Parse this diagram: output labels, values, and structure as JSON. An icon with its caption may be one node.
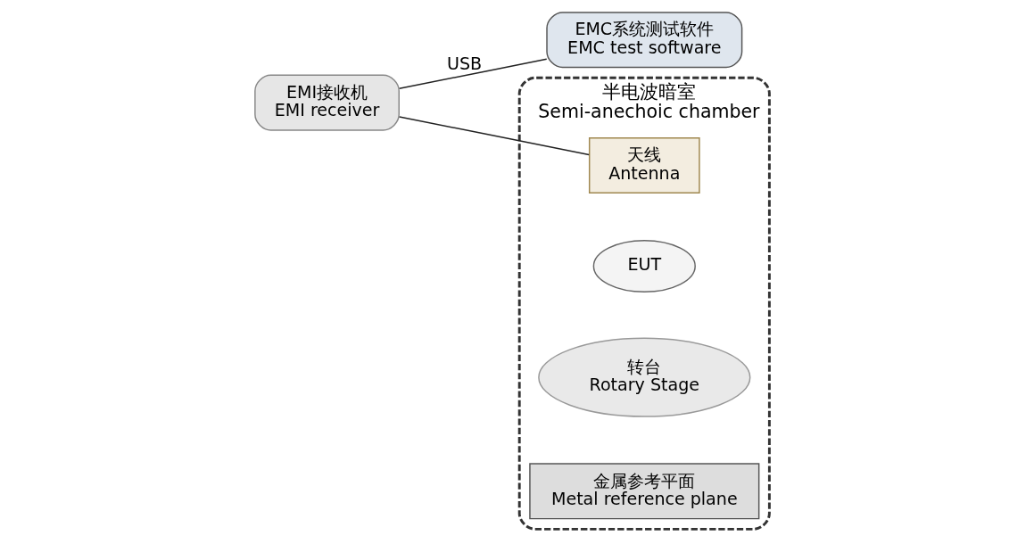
{
  "diagram": {
    "nodes": [
      {
        "text": [
          "EMI接收机",
          "EMI receiver"
        ]
      },
      {
        "text": [
          "EMC系统测试软件",
          "EMC test software"
        ]
      },
      {
        "text": [
          "半电波暗室",
          "Semi-anechoic chamber"
        ]
      },
      {
        "text": [
          "天线",
          "Antenna"
        ],
        "in": 2
      },
      {
        "text": [
          "EUT"
        ],
        "in": 2
      },
      {
        "text": [
          "转台",
          "Rotary Stage"
        ],
        "in": 2
      },
      {
        "text": [
          "金属参考平面",
          "Metal reference plane"
        ],
        "in": 2
      }
    ],
    "edges": [
      {
        "from": 0,
        "to": 3,
        "arrow": "none"
      },
      {
        "from": 0,
        "to": 1,
        "arrow": "none",
        "label": "USB"
      }
    ]
  }
}
